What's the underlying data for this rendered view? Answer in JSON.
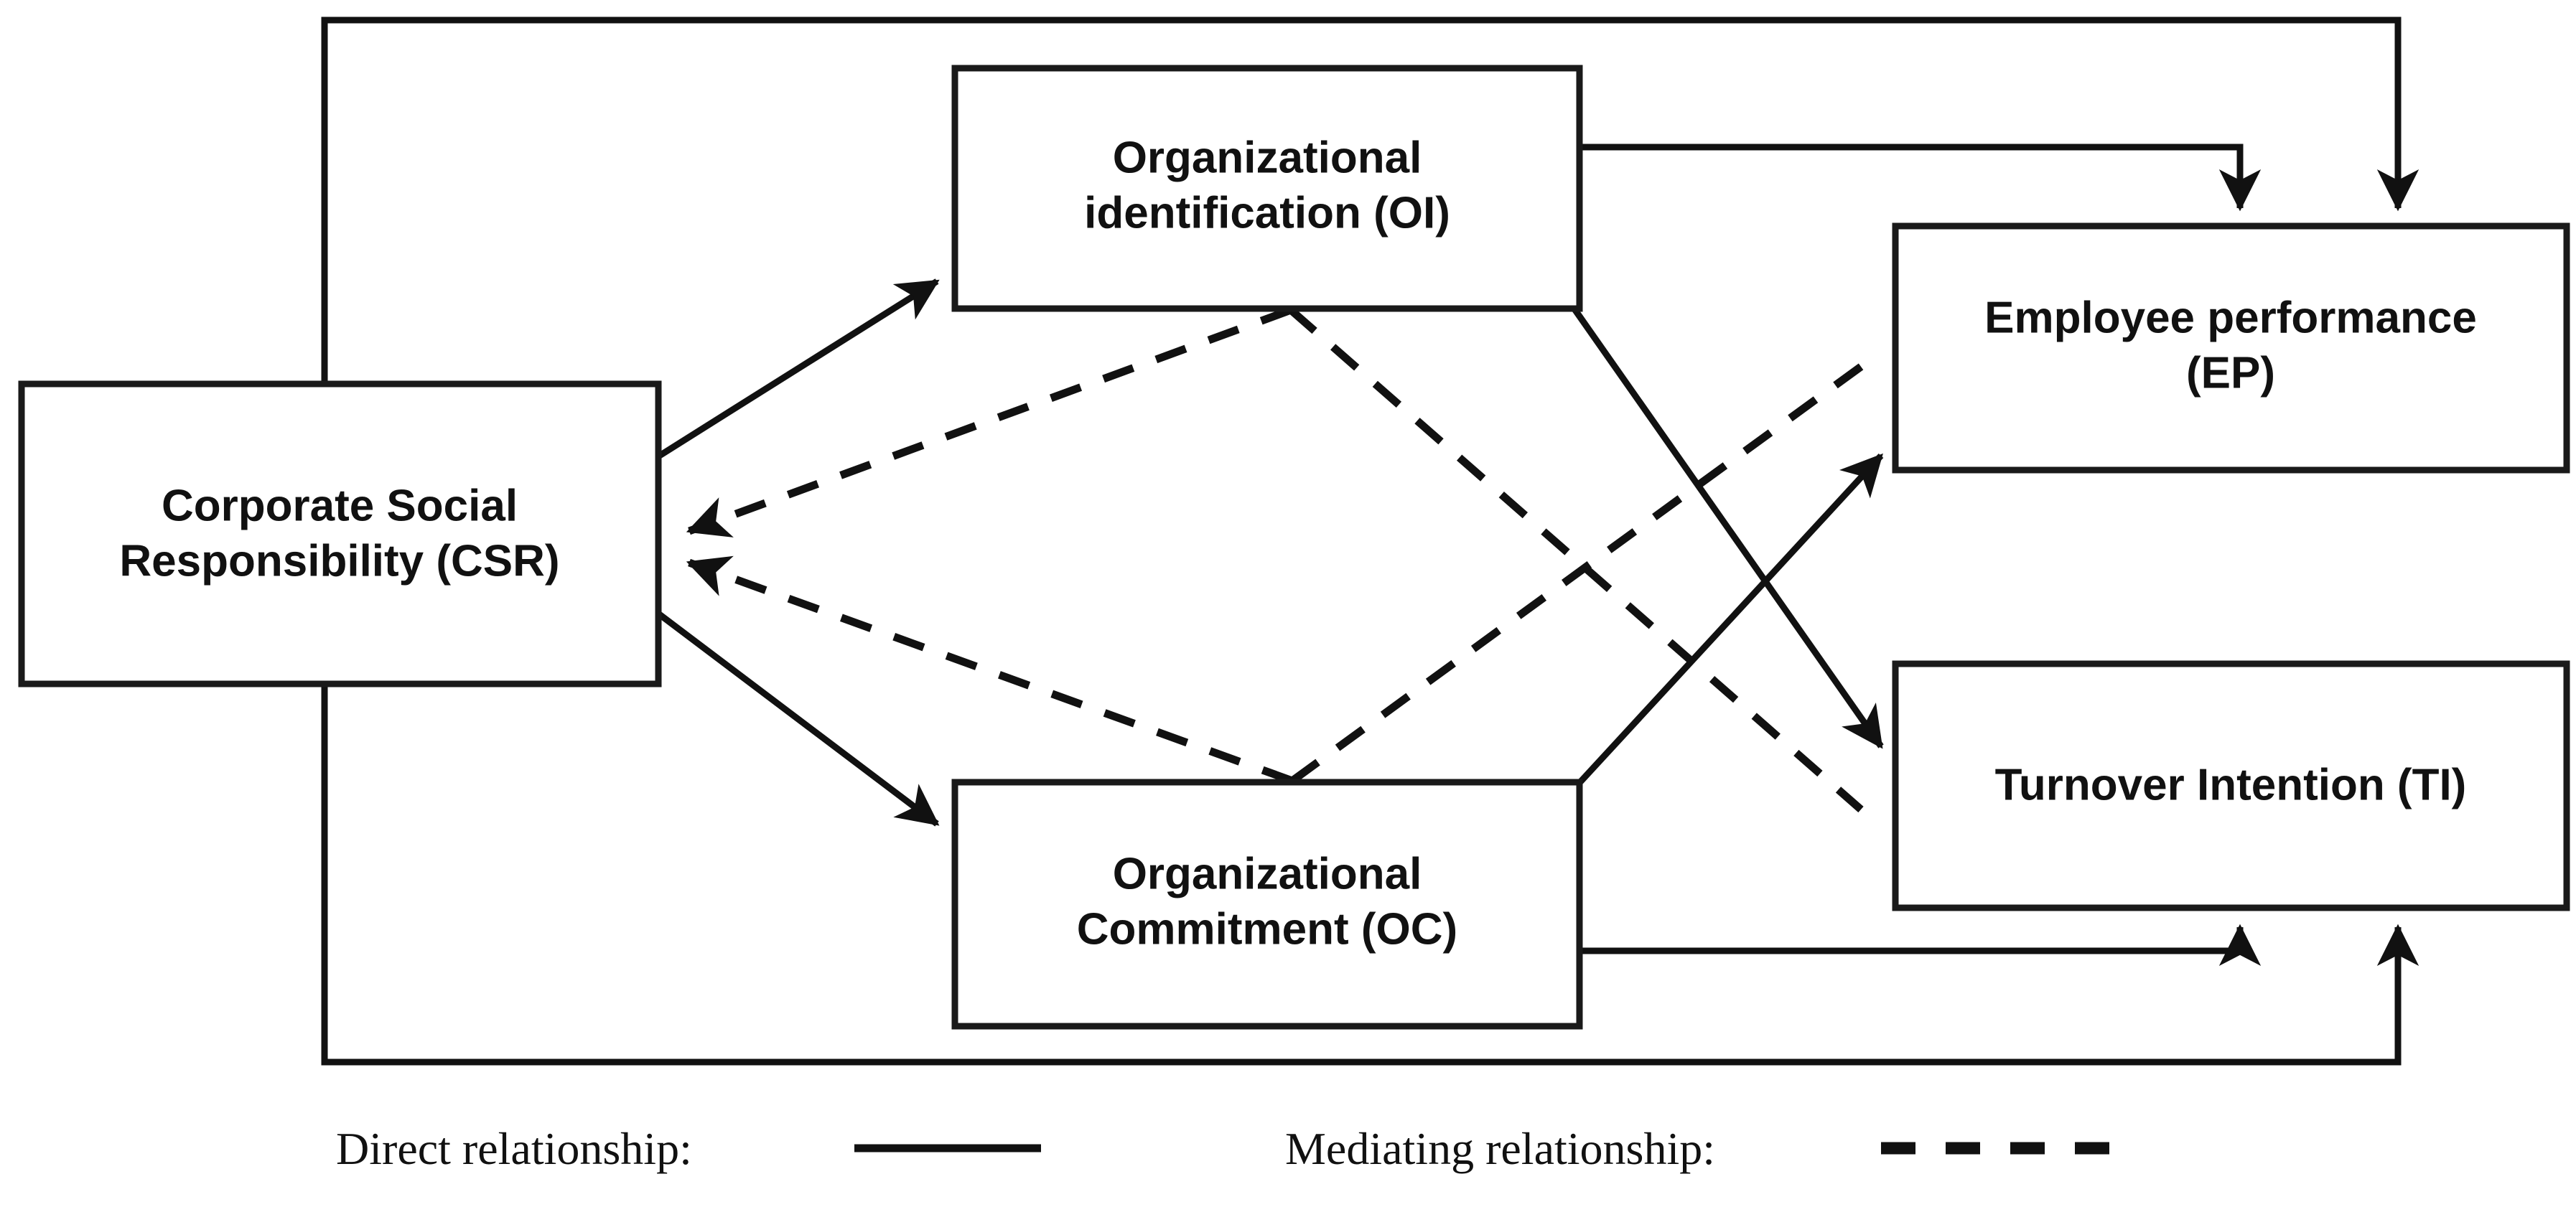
{
  "figure": {
    "kind": "conceptual-research-model-diagram",
    "background_color": "#ffffff",
    "line_color": "#111111"
  },
  "nodes": [
    {
      "id": "csr",
      "label_line1": "Corporate Social",
      "label_line2": "Responsibility (CSR)",
      "abbr": "CSR"
    },
    {
      "id": "oi",
      "label_line1": "Organizational",
      "label_line2": "identification (OI)",
      "abbr": "OI"
    },
    {
      "id": "oc",
      "label_line1": "Organizational",
      "label_line2": "Commitment (OC)",
      "abbr": "OC"
    },
    {
      "id": "ep",
      "label_line1": "Employee performance",
      "label_line2": "(EP)",
      "abbr": "EP"
    },
    {
      "id": "ti",
      "label_line1": "Turnover Intention (TI)",
      "label_line2": "",
      "abbr": "TI"
    }
  ],
  "edges": [
    {
      "from": "CSR",
      "to": "OI",
      "style": "direct"
    },
    {
      "from": "CSR",
      "to": "OC",
      "style": "direct"
    },
    {
      "from": "CSR",
      "to": "EP",
      "style": "direct"
    },
    {
      "from": "CSR",
      "to": "TI",
      "style": "direct"
    },
    {
      "from": "OI",
      "to": "EP",
      "style": "direct"
    },
    {
      "from": "OI",
      "to": "TI",
      "style": "direct"
    },
    {
      "from": "OC",
      "to": "EP",
      "style": "direct"
    },
    {
      "from": "OC",
      "to": "TI",
      "style": "direct"
    },
    {
      "from": "CSR",
      "to": "EP",
      "via": "OC",
      "style": "mediating"
    },
    {
      "from": "CSR",
      "to": "TI",
      "via": "OI",
      "style": "mediating"
    }
  ],
  "legend": {
    "direct": {
      "label": "Direct relationship:",
      "line_style": "solid"
    },
    "mediating": {
      "label": "Mediating relationship:",
      "line_style": "dashed"
    }
  }
}
